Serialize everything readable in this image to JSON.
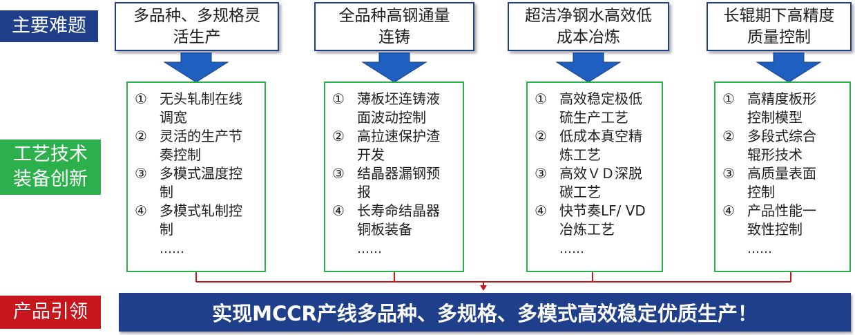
{
  "labels": {
    "problems": "主要难题",
    "innovation_line1": "工艺技术",
    "innovation_line2": "装备创新",
    "product": "产品引领"
  },
  "problems": [
    {
      "line1": "多品种、多规格灵",
      "line2": "活生产"
    },
    {
      "line1": "全品种高钢通量",
      "line2": "连铸"
    },
    {
      "line1": "超洁净钢水高效低",
      "line2": "成本冶炼"
    },
    {
      "line1": "长辊期下高精度",
      "line2": "质量控制"
    }
  ],
  "innovations": [
    {
      "items": [
        {
          "num": "①",
          "line1": "无头轧制在线",
          "line2": "调宽"
        },
        {
          "num": "②",
          "line1": "灵活的生产节",
          "line2": "奏控制"
        },
        {
          "num": "③",
          "line1": "多模式温度控",
          "line2": "制"
        },
        {
          "num": "④",
          "line1": "多模式轧制控",
          "line2": "制"
        }
      ],
      "more": "……"
    },
    {
      "items": [
        {
          "num": "①",
          "line1": "薄板坯连铸液",
          "line2": "面波动控制"
        },
        {
          "num": "②",
          "line1": "高拉速保护渣",
          "line2": "开发"
        },
        {
          "num": "③",
          "line1": "结晶器漏钢预",
          "line2": "报"
        },
        {
          "num": "④",
          "line1": "长寿命结晶器",
          "line2": "铜板装备"
        }
      ],
      "more": "……"
    },
    {
      "items": [
        {
          "num": "①",
          "line1": "高效稳定极低",
          "line2": "硫生产工艺"
        },
        {
          "num": "②",
          "line1": "低成本真空精",
          "line2": "炼工艺"
        },
        {
          "num": "③",
          "line1": "高效ＶＤ深脱",
          "line2": "碳工艺"
        },
        {
          "num": "④",
          "line1": "快节奏LF/ VD",
          "line2": "冶炼工艺"
        }
      ],
      "more": "……"
    },
    {
      "items": [
        {
          "num": "①",
          "line1": "高精度板形",
          "line2": "控制模型"
        },
        {
          "num": "②",
          "line1": "多段式综合",
          "line2": "辊形技术"
        },
        {
          "num": "③",
          "line1": "高质量表面",
          "line2": "控制"
        },
        {
          "num": "④",
          "line1": "产品性能一",
          "line2": "致性控制"
        }
      ],
      "more": "……"
    }
  ],
  "banner": "实现MCCR产线多品种、多规格、多模式高效稳定优质生产！",
  "colors": {
    "navy": "#1f3f8a",
    "green": "#2bb04b",
    "red": "#c8161d",
    "arrow_blue": "#1f5fbf"
  }
}
